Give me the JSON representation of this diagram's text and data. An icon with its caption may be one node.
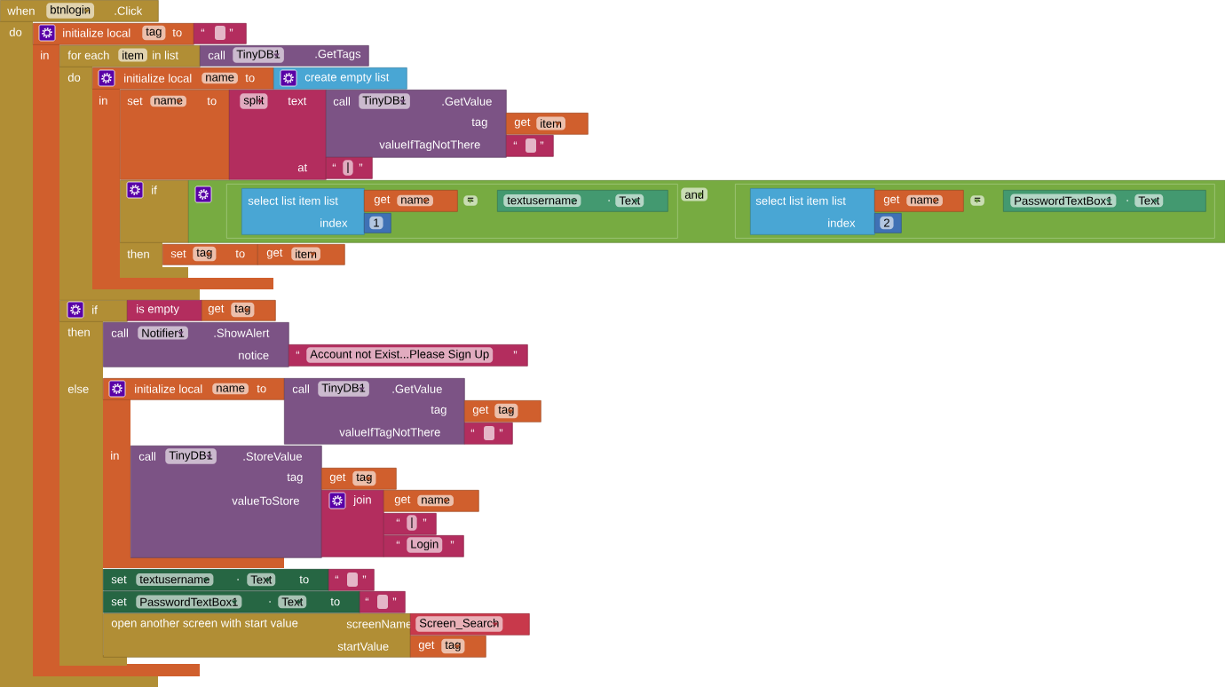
{
  "diagram": {
    "nodes": [
      {
        "text": [
          "when",
          "btnlogin",
          ".Click"
        ]
      },
      {
        "text": [
          "initialize local",
          "tag",
          "to"
        ]
      },
      {
        "text": [
          "“",
          "”"
        ]
      },
      {
        "text": [
          "for each",
          "item",
          "in list"
        ]
      },
      {
        "text": [
          "call",
          "TinyDB1",
          ".GetTags"
        ]
      },
      {
        "text": [
          "initialize local",
          "name",
          "to"
        ]
      },
      {
        "text": [
          "create empty list"
        ]
      },
      {
        "text": [
          "set",
          "name",
          "to"
        ]
      },
      {
        "text": [
          "split",
          "text",
          "at"
        ]
      },
      {
        "text": [
          "call",
          "TinyDB1",
          ".GetValue",
          "tag",
          "valueIfTagNotThere"
        ]
      },
      {
        "text": [
          "get",
          "item"
        ]
      },
      {
        "text": [
          "“",
          "”"
        ]
      },
      {
        "text": [
          "“",
          "|",
          "”"
        ]
      },
      {
        "text": [
          "if"
        ]
      },
      {
        "text": [
          "and"
        ]
      },
      {
        "text": [
          "="
        ],
        "in": 14
      },
      {
        "text": [
          "select list item list",
          "index"
        ],
        "in": 15
      },
      {
        "text": [
          "get",
          "name"
        ],
        "in": 15
      },
      {
        "text": [
          "1"
        ],
        "in": 15
      },
      {
        "text": [
          "textusername",
          ".",
          "Text"
        ],
        "in": 15
      },
      {
        "text": [
          "="
        ],
        "in": 14
      },
      {
        "text": [
          "select list item list",
          "index"
        ],
        "in": 20
      },
      {
        "text": [
          "get",
          "name"
        ],
        "in": 20
      },
      {
        "text": [
          "2"
        ],
        "in": 20
      },
      {
        "text": [
          "PasswordTextBox1",
          ".",
          "Text"
        ],
        "in": 20
      },
      {
        "text": [
          "set",
          "tag",
          "to"
        ]
      },
      {
        "text": [
          "get",
          "item"
        ]
      },
      {
        "text": [
          "if"
        ]
      },
      {
        "text": [
          "is empty"
        ]
      },
      {
        "text": [
          "get",
          "tag"
        ]
      },
      {
        "text": [
          "call",
          "Notifier1",
          ".ShowAlert",
          "notice"
        ]
      },
      {
        "text": [
          "“",
          "Account not Exist...Please Sign Up",
          "”"
        ]
      },
      {
        "text": [
          "initialize local",
          "name",
          "to"
        ]
      },
      {
        "text": [
          "call",
          "TinyDB1",
          ".GetValue",
          "tag",
          "valueIfTagNotThere"
        ]
      },
      {
        "text": [
          "get",
          "tag"
        ]
      },
      {
        "text": [
          "“",
          "”"
        ]
      },
      {
        "text": [
          "call",
          "TinyDB1",
          ".StoreValue",
          "tag",
          "valueToStore"
        ]
      },
      {
        "text": [
          "get",
          "tag"
        ]
      },
      {
        "text": [
          "join"
        ]
      },
      {
        "text": [
          "get",
          "name"
        ]
      },
      {
        "text": [
          "“",
          "|",
          "”"
        ]
      },
      {
        "text": [
          "“",
          "Login",
          "”"
        ]
      },
      {
        "text": [
          "set",
          "textusername",
          ".",
          "Text",
          "to"
        ]
      },
      {
        "text": [
          "“",
          "”"
        ]
      },
      {
        "text": [
          "set",
          "PasswordTextBox1",
          ".",
          "Text",
          "to"
        ]
      },
      {
        "text": [
          "“",
          "”"
        ]
      },
      {
        "text": [
          "open another screen with start value",
          "screenName",
          "startValue"
        ]
      },
      {
        "text": [
          "Screen_Search"
        ]
      },
      {
        "text": [
          "get",
          "tag"
        ]
      }
    ],
    "labels": [
      "do",
      "in",
      "do",
      "in",
      "then",
      "then",
      "else",
      "in"
    ]
  }
}
